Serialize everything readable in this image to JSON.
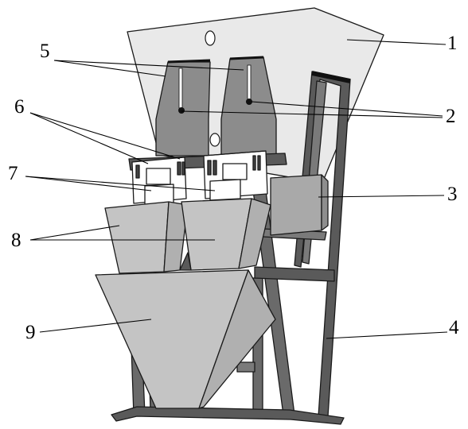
{
  "figure": {
    "labels": [
      "1",
      "2",
      "3",
      "4",
      "5",
      "6",
      "7",
      "8",
      "9"
    ],
    "colors": {
      "hopper": "#e9e9e9",
      "bin": "#c4c4c4",
      "gate": "#8c8c8c",
      "frame": "#5a5a5a",
      "outline": "#1a1a1a",
      "panel": "#ffffff"
    }
  }
}
